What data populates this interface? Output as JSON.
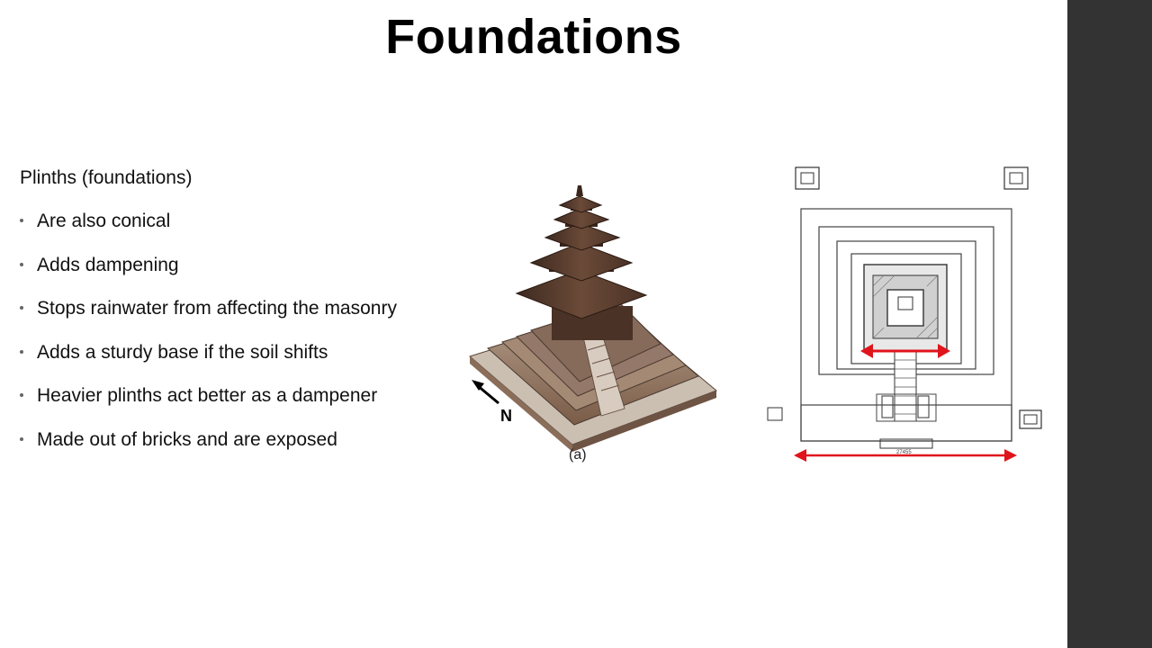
{
  "slide": {
    "title": "Foundations",
    "subheading": "Plinths (foundations)",
    "bullets": [
      "Are also conical",
      "Adds dampening",
      "Stops rainwater from affecting the masonry",
      "Adds a sturdy base if the soil shifts",
      "Heavier plinths act better as a dampener",
      "Made out of bricks and are exposed"
    ],
    "figure_a": {
      "north_label": "N",
      "caption": "(a)"
    },
    "figure_plan": {
      "dimension_label": "27455"
    }
  },
  "colors": {
    "slide_background": "#ffffff",
    "side_panel": "#333333",
    "arrow_red": "#e0141b",
    "pagoda_brown": "#5a3a2a"
  }
}
